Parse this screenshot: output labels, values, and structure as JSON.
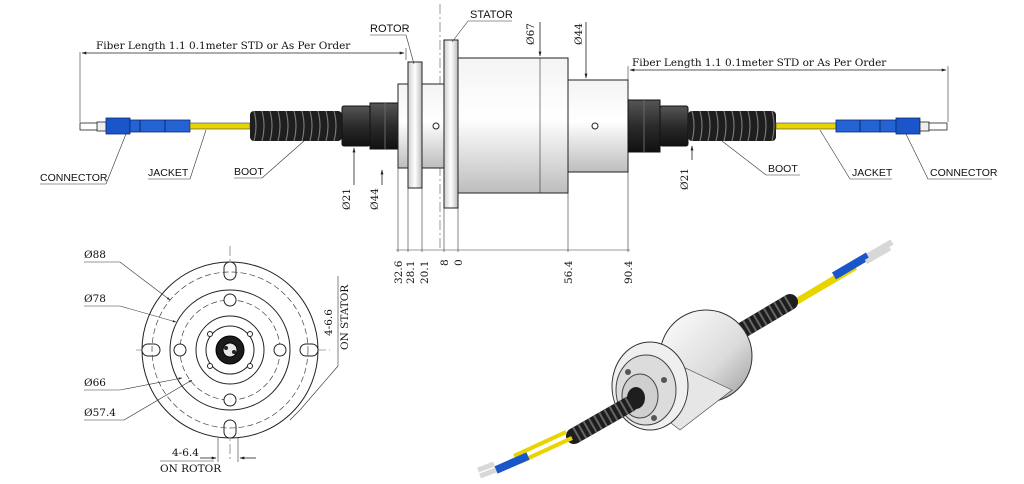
{
  "labels": {
    "rotor": "ROTOR",
    "stator": "STATOR",
    "connector_left": "CONNECTOR",
    "jacket_left": "JACKET",
    "boot_left": "BOOT",
    "boot_right": "BOOT",
    "jacket_right": "JACKET",
    "connector_right": "CONNECTOR"
  },
  "fiber_length_left": "Fiber Length 1.1 0.1meter STD or As Per Order",
  "fiber_length_right": "Fiber Length 1.1 0.1meter STD or As Per Order",
  "top_dims": {
    "d67": "Ø67",
    "d44_top": "Ø44"
  },
  "side_dims": {
    "d21_left": "Ø21",
    "d44_left": "Ø44",
    "d21_right": "Ø21"
  },
  "bottom_dims": {
    "v32_6": "32.6",
    "v28_1": "28.1",
    "v20_1": "20.1",
    "v8": "8",
    "v0": "0",
    "v56_4": "56.4",
    "v90_4": "90.4"
  },
  "end_view": {
    "d88": "Ø88",
    "d78": "Ø78",
    "d66": "Ø66",
    "d57_4": "Ø57.4",
    "holes_stator": "4-6.6",
    "on_stator": "ON STATOR",
    "holes_rotor": "4-6.4",
    "on_rotor": "ON ROTOR"
  },
  "colors": {
    "fiber_yellow": "#e8d400",
    "connector_blue": "#1a56c9",
    "boot_black": "#2a2a2a",
    "body_gray": "#d9d9d9"
  }
}
